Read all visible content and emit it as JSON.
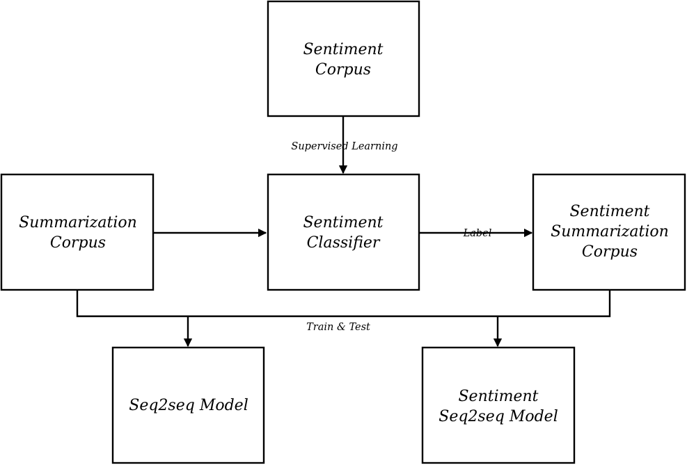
{
  "nodes": {
    "sentiment_corpus": {
      "lines": [
        "Sentiment",
        "Corpus"
      ]
    },
    "summarization_corpus": {
      "lines": [
        "Summarization",
        "Corpus"
      ]
    },
    "sentiment_classifier": {
      "lines": [
        "Sentiment",
        "Classifier"
      ]
    },
    "sentiment_summarization_corpus": {
      "lines": [
        "Sentiment",
        "Summarization",
        "Corpus"
      ]
    },
    "seq2seq_model": {
      "lines": [
        "Seq2seq Model"
      ]
    },
    "sentiment_seq2seq_model": {
      "lines": [
        "Sentiment",
        "Seq2seq Model"
      ]
    }
  },
  "edges": {
    "supervised_learning": "Supervised Learning",
    "label": "Label",
    "train_test": "Train & Test"
  }
}
